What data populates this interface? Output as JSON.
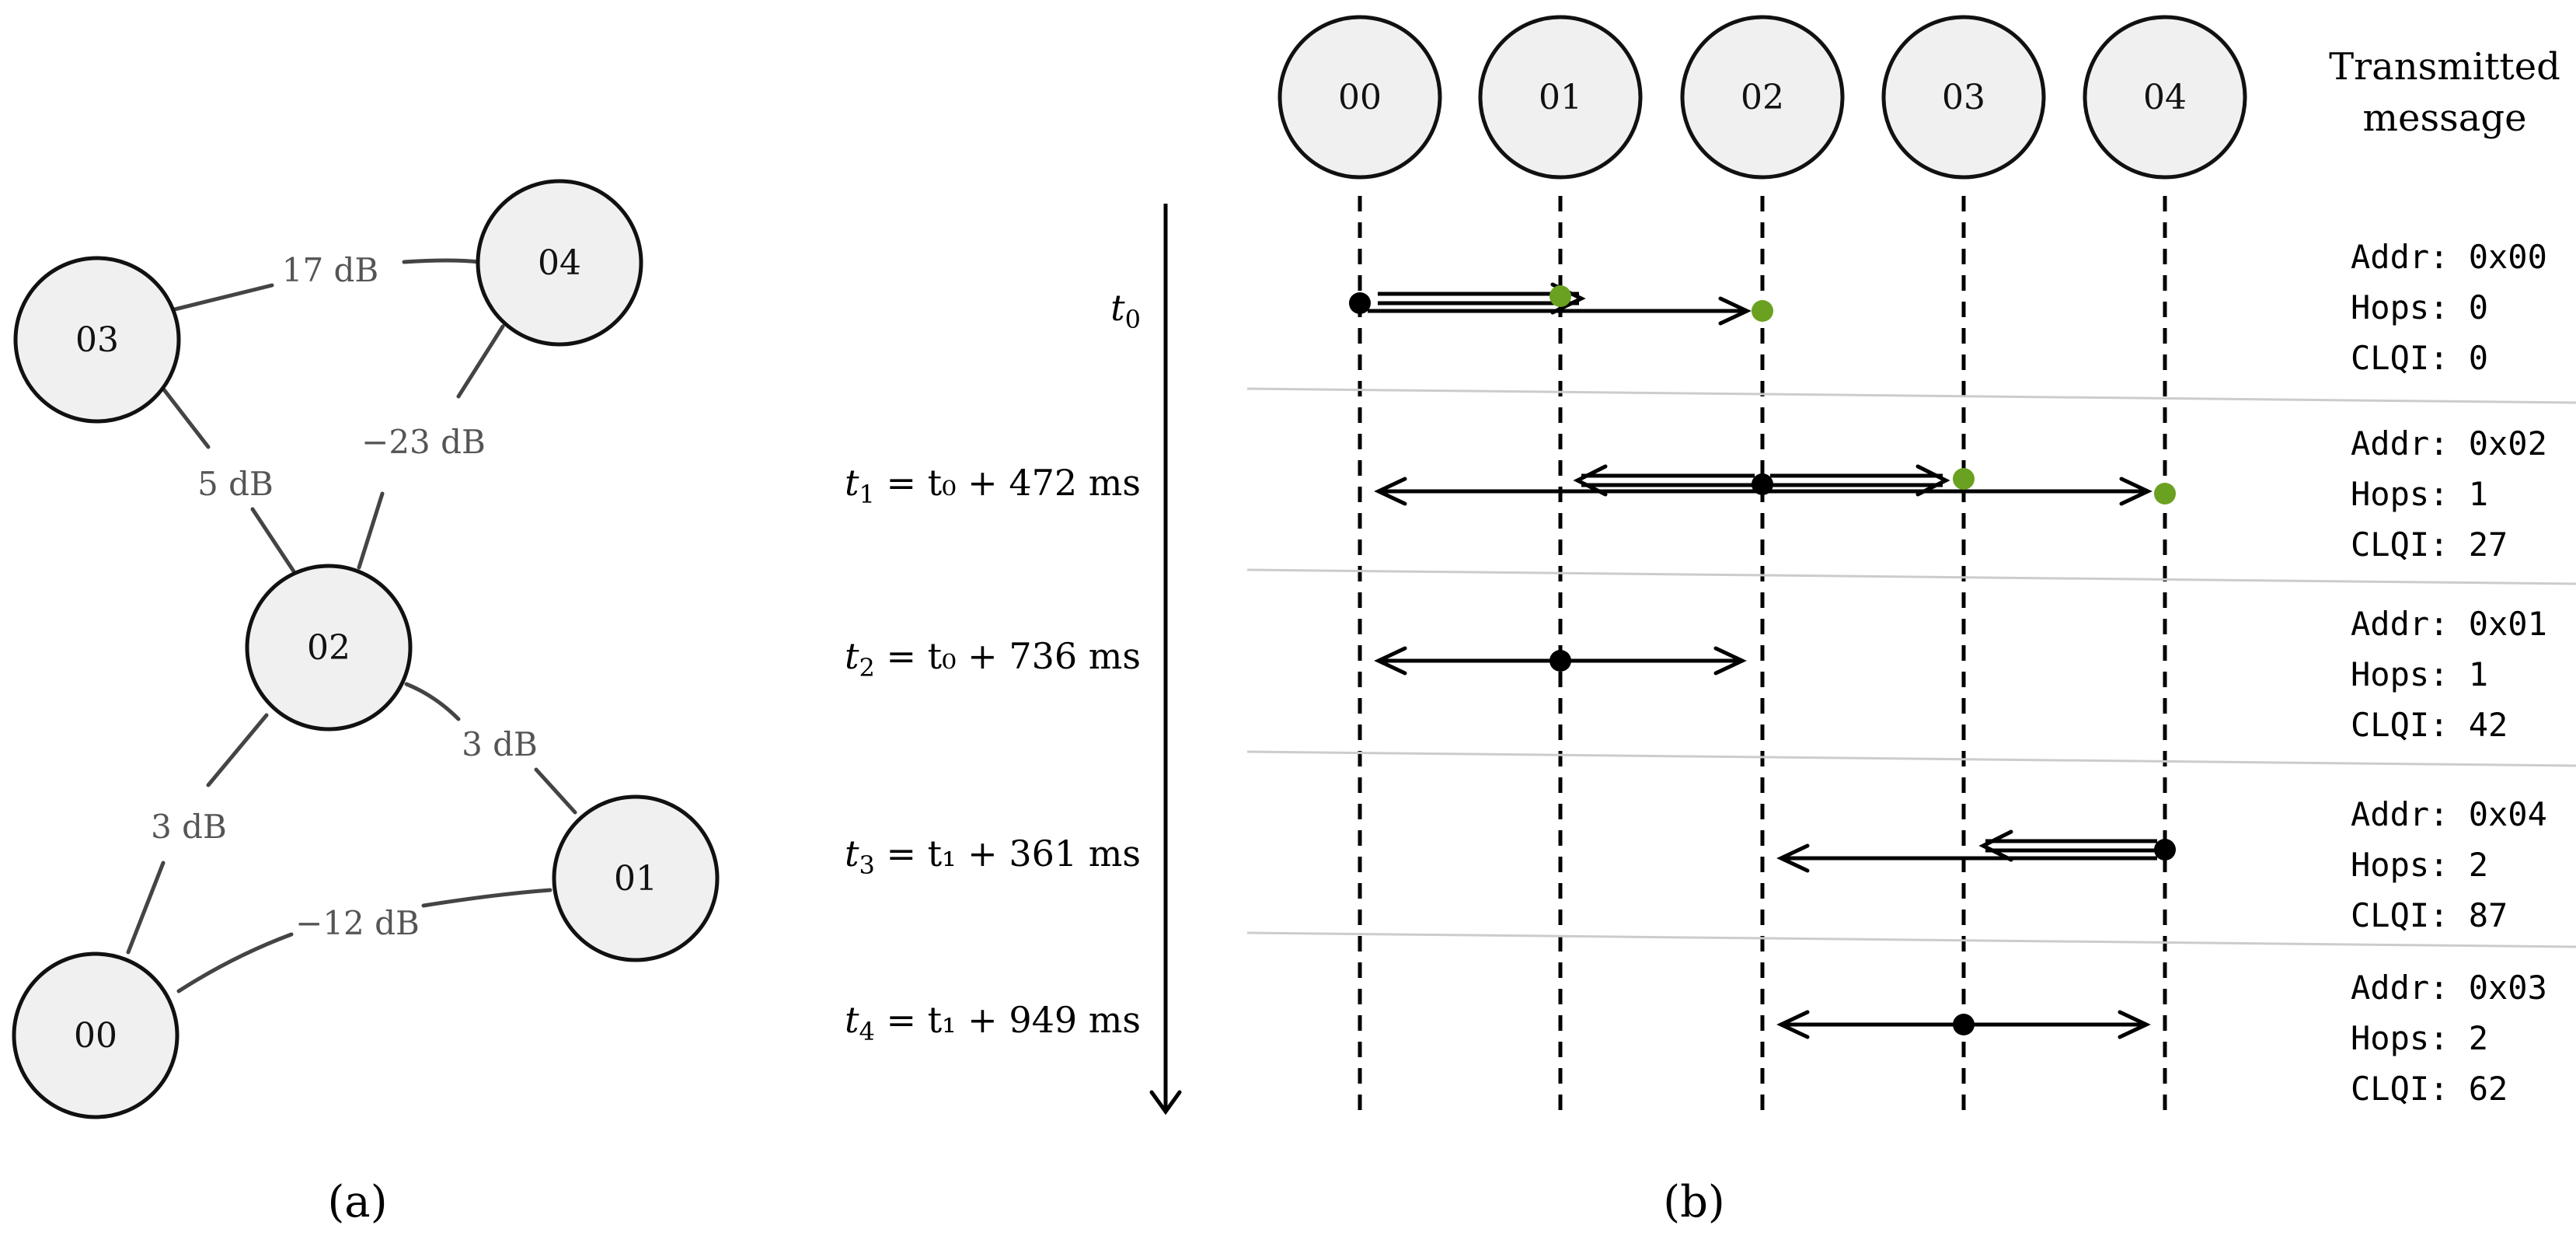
{
  "panel_a": {
    "caption": "(a)",
    "nodes": [
      {
        "id": "03",
        "label": "03"
      },
      {
        "id": "04",
        "label": "04"
      },
      {
        "id": "02",
        "label": "02"
      },
      {
        "id": "01",
        "label": "01"
      },
      {
        "id": "00",
        "label": "00"
      }
    ],
    "edges": [
      {
        "from": "03",
        "to": "04",
        "label": "17 dB"
      },
      {
        "from": "03",
        "to": "02",
        "label": "5 dB"
      },
      {
        "from": "04",
        "to": "02",
        "label": "−23 dB"
      },
      {
        "from": "02",
        "to": "01",
        "label": "3 dB"
      },
      {
        "from": "02",
        "to": "00",
        "label": "3 dB"
      },
      {
        "from": "00",
        "to": "01",
        "label": "−12 dB"
      }
    ]
  },
  "panel_b": {
    "caption": "(b)",
    "header": {
      "line1": "Transmitted",
      "line2": "message"
    },
    "nodes": [
      "00",
      "01",
      "02",
      "03",
      "04"
    ],
    "steps": [
      {
        "time": {
          "var": "t",
          "sub": "0",
          "rest": ""
        },
        "message": [
          "Addr: 0x00",
          "Hops: 0",
          "CLQI: 0"
        ]
      },
      {
        "time": {
          "var": "t",
          "sub": "1",
          "rest": " = t₀ + 472 ms"
        },
        "message": [
          "Addr: 0x02",
          "Hops: 1",
          "CLQI: 27"
        ]
      },
      {
        "time": {
          "var": "t",
          "sub": "2",
          "rest": " = t₀ + 736 ms"
        },
        "message": [
          "Addr: 0x01",
          "Hops: 1",
          "CLQI: 42"
        ]
      },
      {
        "time": {
          "var": "t",
          "sub": "3",
          "rest": " = t₁ + 361 ms"
        },
        "message": [
          "Addr: 0x04",
          "Hops: 2",
          "CLQI: 87"
        ]
      },
      {
        "time": {
          "var": "t",
          "sub": "4",
          "rest": " = t₁ + 949 ms"
        },
        "message": [
          "Addr: 0x03",
          "Hops: 2",
          "CLQI: 62"
        ]
      }
    ]
  },
  "colors": {
    "receiver_dot": "#6aa121",
    "sender_dot": "#000000",
    "node_fill": "#f0f0f0",
    "separator": "#cccccc"
  }
}
